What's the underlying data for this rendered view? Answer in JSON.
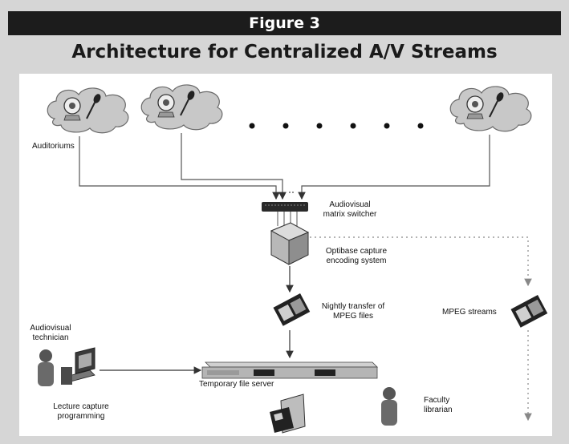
{
  "figure_label": "Figure 3",
  "title": "Architecture for Centralized A/V Streams",
  "labels": {
    "auditoriums": "Auditoriums",
    "switcher": [
      "Audiovisual",
      "matrix switcher"
    ],
    "capture_system": [
      "Optibase capture",
      "encoding system"
    ],
    "nightly_transfer": [
      "Nightly transfer of",
      "MPEG files"
    ],
    "mpeg_streams": "MPEG streams",
    "technician": [
      "Audiovisual",
      "technician"
    ],
    "file_server": "Temporary file server",
    "lecture_capture": [
      "Lecture capture",
      "programming"
    ],
    "faculty_librarian": [
      "Faculty",
      "librarian"
    ]
  },
  "colors": {
    "banner": "#1c1c1c",
    "frame": "#d6d6d6",
    "cloud": "#c8c8c8",
    "line": "#555555"
  },
  "icons": [
    "cloud-icon",
    "camera-icon",
    "microphone-icon",
    "matrix-switcher-icon",
    "server-box-icon",
    "film-strip-icon",
    "person-icon",
    "computer-icon",
    "rack-server-icon",
    "folder-icon"
  ]
}
